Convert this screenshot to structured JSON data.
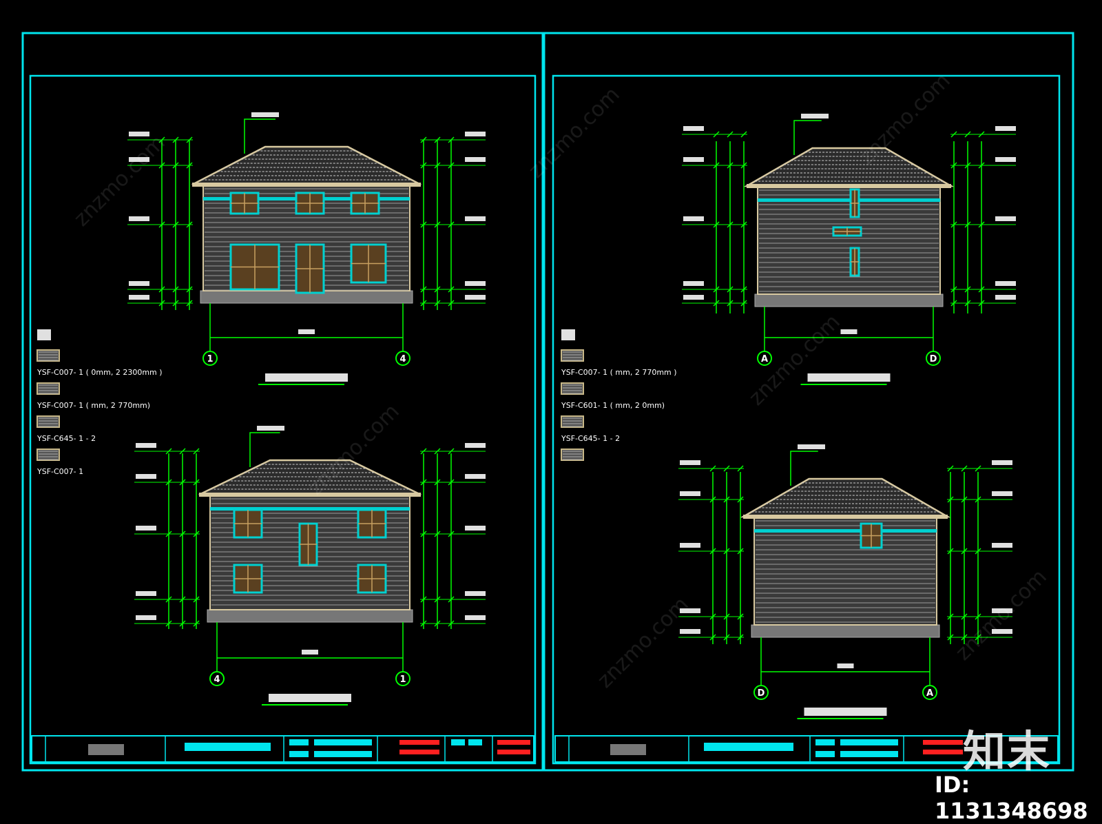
{
  "colors": {
    "background": "#000000",
    "frame": "#00e5ee",
    "dimension": "#00ff00",
    "roof": "#d8c9a0",
    "wall_siding": "#9a9a9a",
    "window_frame": "#00d0d0",
    "window_glass": "#5a4020",
    "title_bar_red": "#ff2020",
    "text": "#ffffff"
  },
  "watermark": {
    "brand": "知末",
    "id_label": "ID: 1131348698",
    "site_text": "znzmo.com"
  },
  "sheets": [
    {
      "name": "left-sheet",
      "legend": {
        "items": [
          {
            "code": "YSF-C007- 1 ( 0mm, 2 2300mm )",
            "icon": "siding-swatch-icon"
          },
          {
            "code": "YSF-C007- 1 ( mm, 2 770mm)",
            "icon": "siding-swatch-icon"
          },
          {
            "code": "YSF-C645- 1 - 2",
            "icon": "stone-swatch-icon"
          },
          {
            "code": "YSF-C007- 1",
            "icon": "roof-swatch-icon"
          }
        ]
      },
      "elevations": [
        {
          "name": "front-elevation",
          "axis_left": "1",
          "axis_right": "4"
        },
        {
          "name": "back-elevation",
          "axis_left": "4",
          "axis_right": "1"
        }
      ]
    },
    {
      "name": "right-sheet",
      "legend": {
        "items": [
          {
            "code": "YSF-C007- 1 ( mm, 2 770mm )",
            "icon": "siding-swatch-icon"
          },
          {
            "code": "YSF-C601- 1 ( mm, 2 0mm)",
            "icon": "siding-swatch-icon"
          },
          {
            "code": "YSF-C645- 1 - 2",
            "icon": "stone-swatch-icon"
          },
          {
            "code": "",
            "icon": "roof-swatch-icon"
          }
        ]
      },
      "elevations": [
        {
          "name": "side-elevation-a",
          "axis_left": "A",
          "axis_right": "D"
        },
        {
          "name": "side-elevation-b",
          "axis_left": "D",
          "axis_right": "A"
        }
      ]
    }
  ]
}
